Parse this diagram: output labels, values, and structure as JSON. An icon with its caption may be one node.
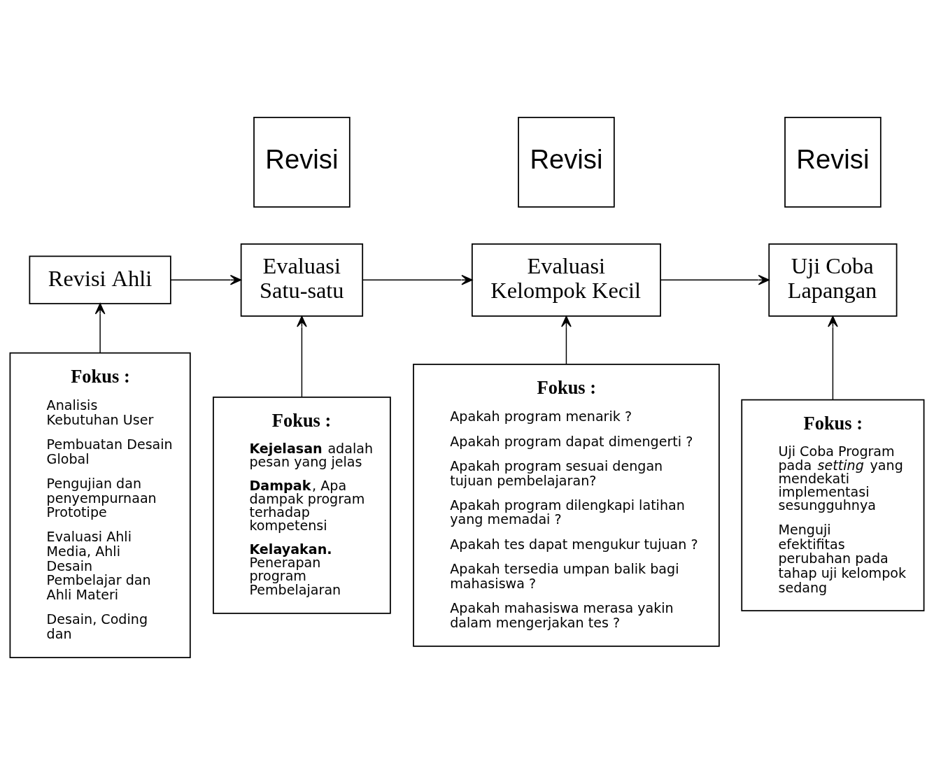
{
  "diagram": {
    "nodes": [
      {
        "text": [
          "Revisi"
        ]
      },
      {
        "text": [
          "Revisi"
        ]
      },
      {
        "text": [
          "Revisi"
        ]
      },
      {
        "text": [
          "Revisi Ahli"
        ]
      },
      {
        "text": [
          "Evaluasi Satu-satu"
        ]
      },
      {
        "text": [
          "Evaluasi Kelompok Kecil"
        ]
      },
      {
        "text": [
          "Uji Coba Lapangan"
        ]
      },
      {
        "text": [
          "Fokus :",
          "Analisis Kebutuhan User",
          "Pembuatan Desain Global",
          "Pengujian dan penyempurnaan Prototipe",
          "Evaluasi Ahli Media, Ahli Desain Pembelajar dan Ahli Materi",
          "Desain, Coding dan"
        ]
      },
      {
        "text": [
          "Fokus :",
          "**Kejelasan** adalah pesan yang jelas",
          "**Dampak**, Apa dampak program terhadap kompetensi",
          "**Kelayakan.** Penerapan program Pembelajaran"
        ]
      },
      {
        "text": [
          "Fokus :",
          "Apakah program menarik ?",
          "Apakah program dapat dimengerti ?",
          "Apakah program sesuai dengan tujuan pembelajaran?",
          "Apakah program dilengkapi latihan yang memadai ?",
          "Apakah tes dapat mengukur tujuan ?",
          "Apakah tersedia umpan balik bagi mahasiswa ?",
          "Apakah mahasiswa merasa yakin dalam mengerjakan tes ?"
        ]
      },
      {
        "text": [
          "Fokus :",
          "Uji Coba Program pada *setting* yang mendekati implementasi sesungguhnya",
          "Menguji efektifitas perubahan pada tahap uji kelompok sedang"
        ]
      }
    ],
    "edges": [
      {
        "from": 3,
        "to": 4,
        "arrow": "to"
      },
      {
        "from": 4,
        "to": 5,
        "arrow": "to"
      },
      {
        "from": 5,
        "to": 6,
        "arrow": "to"
      },
      {
        "from": 7,
        "to": 3,
        "arrow": "to"
      },
      {
        "from": 8,
        "to": 4,
        "arrow": "to"
      },
      {
        "from": 9,
        "to": 5,
        "arrow": "to"
      },
      {
        "from": 10,
        "to": 6,
        "arrow": "to"
      }
    ]
  }
}
